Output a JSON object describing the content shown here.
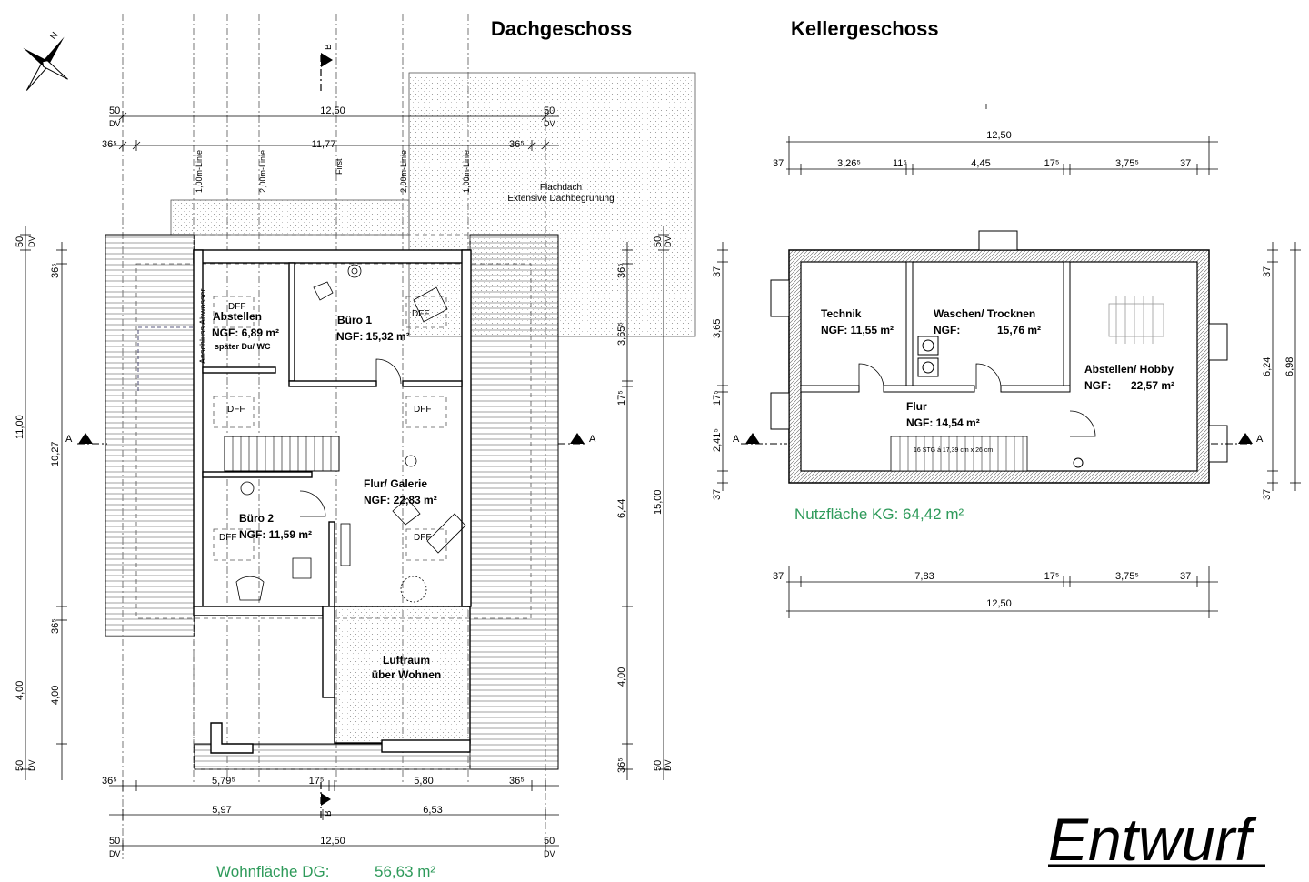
{
  "titles": {
    "upper_floor": "Dachgeschoss",
    "basement": "Kellergeschoss",
    "stamp": "Entwurf"
  },
  "north": {
    "label": "N"
  },
  "sections": {
    "a": "A",
    "b": "B"
  },
  "dg": {
    "dims_top": {
      "top_a": "50",
      "top_a_sub": "DV",
      "total": "12,50",
      "top_b": "50",
      "top_b_sub": "DV",
      "left": "36⁵",
      "mid": "11,77",
      "right": "36⁵"
    },
    "line_labels": [
      "1,00m-Linie",
      "2,00m-Linie",
      "First",
      "2,00m-Linie",
      "1,00m-Linie"
    ],
    "flat_roof": {
      "line1": "Flachdach",
      "line2": "Extensive Dachbegrünung"
    },
    "pipe_label": "Anschluss Abwasser",
    "dff": "DFF",
    "rooms": {
      "abstellen": {
        "name": "Abstellen",
        "area": "NGF: 6,89 m²",
        "note": "später Du/ WC"
      },
      "buero1": {
        "name": "Büro 1",
        "area": "NGF: 15,32 m²"
      },
      "flur": {
        "name": "Flur/ Galerie",
        "area": "NGF: 22,83 m²"
      },
      "buero2": {
        "name": "Büro 2",
        "area": "NGF: 11,59 m²"
      },
      "luftraum": {
        "line1": "Luftraum",
        "line2": "über Wohnen"
      }
    },
    "dims_left": {
      "a": "50",
      "a_sub": "DV",
      "b": "36⁵",
      "c": "11,00",
      "d": "10,27",
      "e": "36⁵",
      "f": "4,00",
      "g": "4,00",
      "h": "50",
      "h_sub": "DV"
    },
    "dims_right": {
      "a": "50",
      "a_sub": "DV",
      "b": "36⁵",
      "c": "3,65⁵",
      "d": "17⁵",
      "e": "6,44",
      "f": "15,00",
      "g": "4,00",
      "h": "36⁵",
      "i": "50",
      "i_sub": "DV"
    },
    "dims_bottom": {
      "r1a": "36⁵",
      "r1b": "5,79⁵",
      "r1c": "17⁵",
      "r1d": "5,80",
      "r1e": "36⁵",
      "r2a": "5,97",
      "r2b": "6,53",
      "r3a": "50",
      "r3a_sub": "DV",
      "r3b": "12,50",
      "r3c": "50",
      "r3c_sub": "DV"
    },
    "area_label": "Wohnfläche DG:",
    "area_value": "56,63 m²"
  },
  "kg": {
    "dims_top": {
      "total": "12,50",
      "a": "37",
      "b": "3,26⁵",
      "c": "11⁵",
      "d": "4,45",
      "e": "17⁵",
      "f": "3,75⁵",
      "g": "37"
    },
    "rooms": {
      "technik": {
        "name": "Technik",
        "area": "NGF: 11,55 m²"
      },
      "waschen": {
        "name": "Waschen/ Trocknen",
        "area": "NGF:",
        "area2": "15,76 m²"
      },
      "abstellen": {
        "name": "Abstellen/ Hobby",
        "area": "NGF:",
        "area2": "22,57 m²"
      },
      "flur": {
        "name": "Flur",
        "area": "NGF: 14,54 m²"
      }
    },
    "stair_label": "16 STG á 17,39 cm x 26 cm",
    "dims_left": {
      "a": "37",
      "b": "3,65",
      "c": "17⁵",
      "d": "2,41⁵",
      "e": "37"
    },
    "dims_right": {
      "a": "37",
      "b": "6,24",
      "c": "6,98",
      "d": "37"
    },
    "dims_bottom": {
      "a": "37",
      "b": "7,83",
      "c": "17⁵",
      "d": "3,75⁵",
      "e": "37",
      "total": "12,50"
    },
    "usable_area": "Nutzfläche KG: 64,42 m²"
  }
}
